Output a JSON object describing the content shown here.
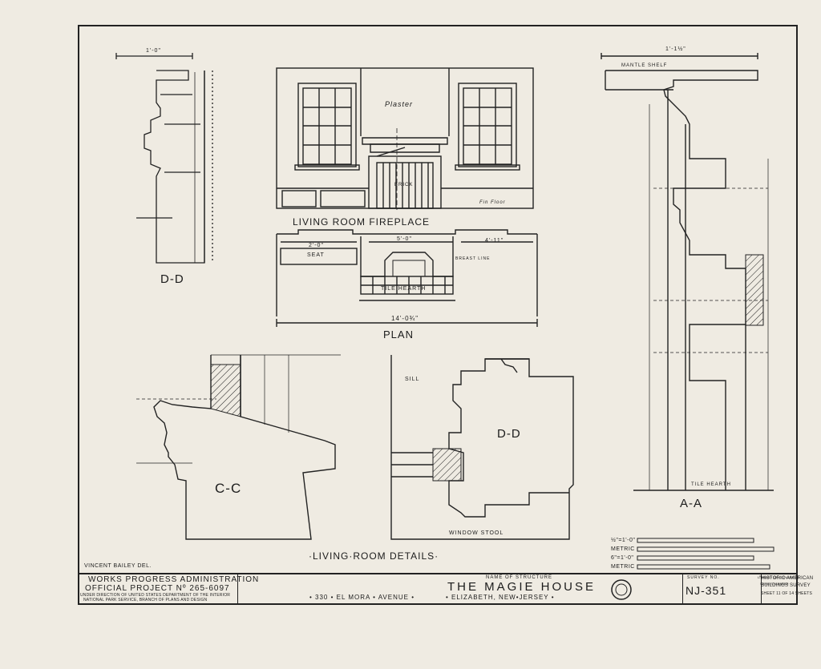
{
  "drawings": {
    "dd_top": "D-D",
    "fireplace_title": "Living Room Fireplace",
    "plan_title": "Plan",
    "cc_label": "C-C",
    "db_label": "D-D",
    "aa_label": "A-A",
    "details_title": "·Living·Room Details·",
    "plaster": "Plaster",
    "brick": "Brick",
    "seat": "Seat",
    "tile_hearth": "Tile Hearth",
    "breast_line": "Breast line",
    "mantle_shelf": "Mantle Shelf",
    "sill": "Sill",
    "window_stool": "Window Stool",
    "fin_floor": "Fin Floor",
    "dim_plan_total": "14'-0¾\"",
    "dim_plan_a": "2'-0\"",
    "dim_plan_b": "5'-0\"",
    "dim_plan_c": "4'-11\"",
    "dim_aa_top": "1'-1½\"",
    "dim_dd_top": "1'-0\""
  },
  "title_block": {
    "delineator": "Vincent Bailey Del.",
    "agency": "Works Progress Administration",
    "project": "Official Project Nº 265-6097",
    "dept_line1": "Under Direction of United States Department of the Interior",
    "dept_line2": "National Park Service, Branch of Plans and Design",
    "name_caption": "Name of Structure",
    "structure_name": "The Magie House",
    "address": "• 330 • El Mora • Avenue •",
    "city": "• Elizabeth, New•Jersey •",
    "survey_caption": "Survey No.",
    "survey_no": "NJ-351",
    "habs1": "\"Historic American",
    "habs2": "Buildings Survey",
    "sheet": "Sheet 11 of 14 Sheets",
    "loc1": "Library of Congress",
    "loc2": "Series Number"
  },
  "scale_bar": {
    "row1": "½\"=1'-0\"",
    "row2": "Metric",
    "row3": "6\"=1'-0\"",
    "row4": "Metric"
  }
}
